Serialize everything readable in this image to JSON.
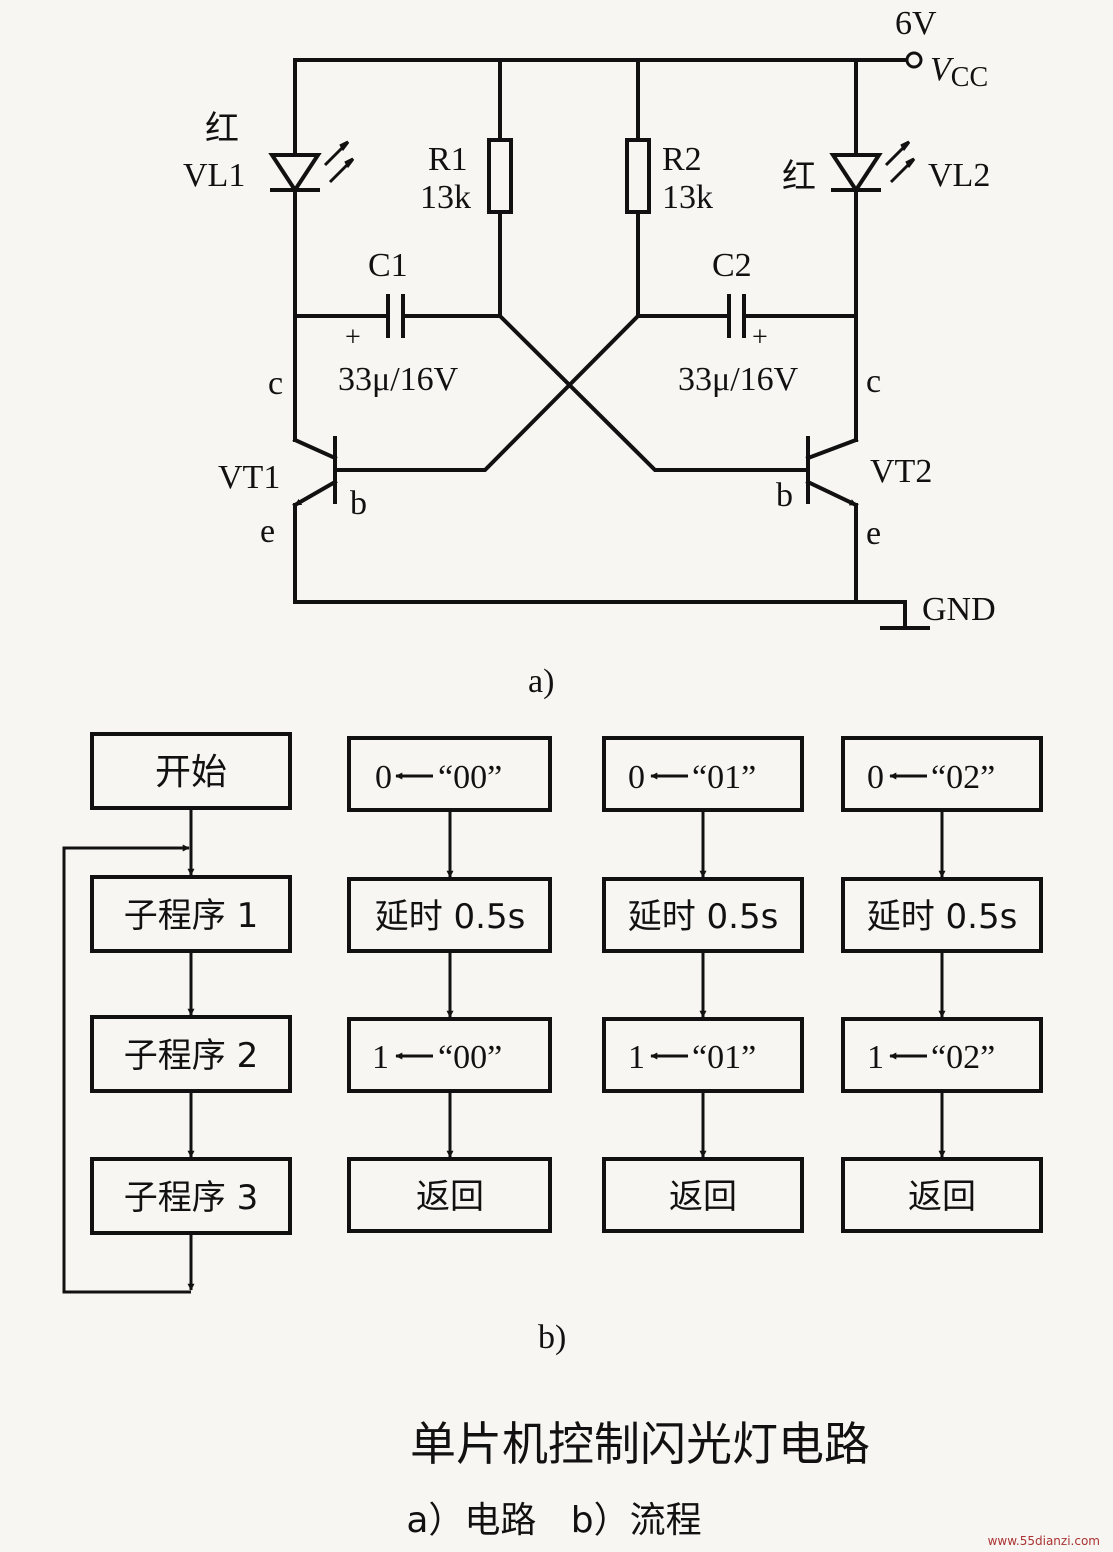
{
  "circuit": {
    "supply_voltage": "6V",
    "vcc_main": "V",
    "vcc_sub": "CC",
    "gnd": "GND",
    "led_left": {
      "color": "红",
      "name": "VL1"
    },
    "led_right": {
      "color": "红",
      "name": "VL2"
    },
    "r1": {
      "name": "R1",
      "value": "13k"
    },
    "r2": {
      "name": "R2",
      "value": "13k"
    },
    "c1": {
      "name": "C1",
      "value": "33μ/16V",
      "polarity": "+"
    },
    "c2": {
      "name": "C2",
      "value": "33μ/16V",
      "polarity": "+"
    },
    "vt1": {
      "name": "VT1",
      "collector": "c",
      "base": "b",
      "emitter": "e"
    },
    "vt2": {
      "name": "VT2",
      "collector": "c",
      "base": "b",
      "emitter": "e"
    },
    "caption": "a)"
  },
  "flowchart": {
    "main": [
      "开始",
      "子程序 1",
      "子程序 2",
      "子程序 3"
    ],
    "sub1": {
      "step1_lhs": "0",
      "step1_rhs": "“00”",
      "delay": "延时 0.5s",
      "step2_lhs": "1",
      "step2_rhs": "“00”",
      "ret": "返回"
    },
    "sub2": {
      "step1_lhs": "0",
      "step1_rhs": "“01”",
      "delay": "延时 0.5s",
      "step2_lhs": "1",
      "step2_rhs": "“01”",
      "ret": "返回"
    },
    "sub3": {
      "step1_lhs": "0",
      "step1_rhs": "“02”",
      "delay": "延时 0.5s",
      "step2_lhs": "1",
      "step2_rhs": "“02”",
      "ret": "返回"
    },
    "caption": "b)"
  },
  "figure": {
    "title": "单片机控制闪光灯电路",
    "subtitle": "a）电路   b）流程"
  },
  "watermark": "www.55dianzi.com"
}
